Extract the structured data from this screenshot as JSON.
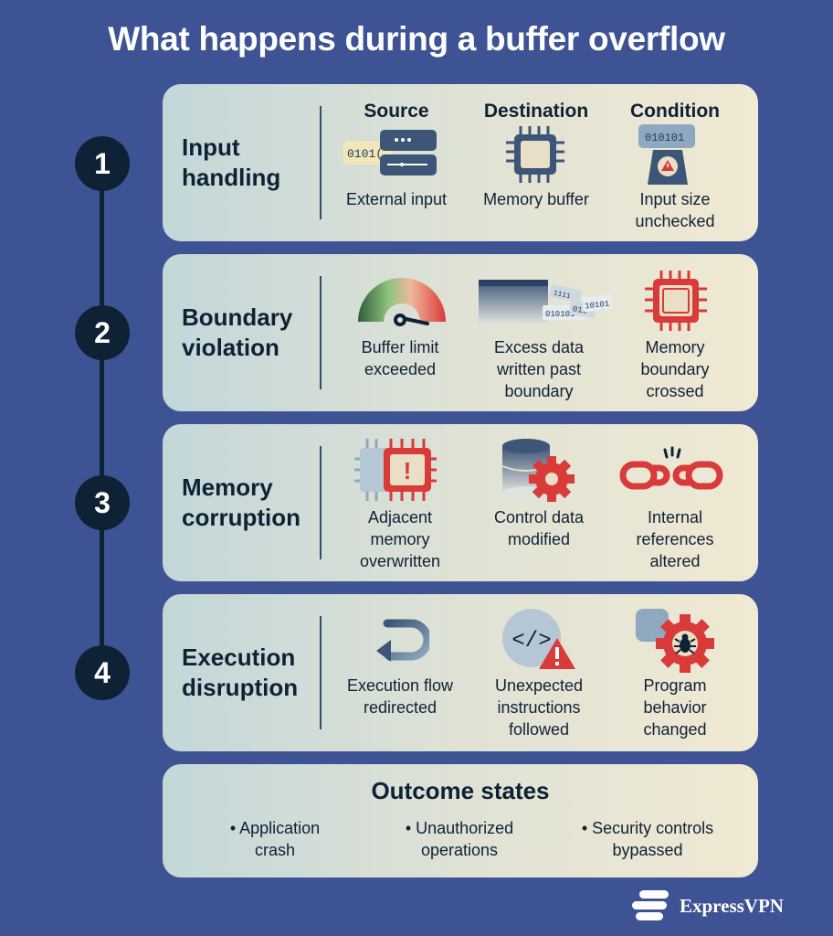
{
  "title": "What happens during a buffer overflow",
  "steps": [
    {
      "number": "1",
      "title": "Input\nhandling",
      "headers": [
        "Source",
        "Destination",
        "Condition"
      ],
      "items": [
        {
          "label": "External input",
          "icon": "server-data-icon",
          "icon_text": "0101("
        },
        {
          "label": "Memory buffer",
          "icon": "chip-icon"
        },
        {
          "label": "Input size\nunchecked",
          "icon": "scale-warning-icon",
          "icon_text": "010101"
        }
      ]
    },
    {
      "number": "2",
      "title": "Boundary\nviolation",
      "items": [
        {
          "label": "Buffer limit\nexceeded",
          "icon": "gauge-icon"
        },
        {
          "label": "Excess data\nwritten past\nboundary",
          "icon": "data-overflow-icon",
          "icon_text": [
            "010101",
            "011",
            "10101",
            "1111"
          ]
        },
        {
          "label": "Memory\nboundary\ncrossed",
          "icon": "red-chip-icon"
        }
      ]
    },
    {
      "number": "3",
      "title": "Memory\ncorruption",
      "items": [
        {
          "label": "Adjacent\nmemory\noverwritten",
          "icon": "chip-alert-icon",
          "icon_text": "!"
        },
        {
          "label": "Control data\nmodified",
          "icon": "database-gear-icon"
        },
        {
          "label": "Internal\nreferences\naltered",
          "icon": "broken-chain-icon"
        }
      ]
    },
    {
      "number": "4",
      "title": "Execution\ndisruption",
      "items": [
        {
          "label": "Execution flow\nredirected",
          "icon": "return-arrow-icon"
        },
        {
          "label": "Unexpected\ninstructions\nfollowed",
          "icon": "code-warning-icon",
          "icon_text": "</>"
        },
        {
          "label": "Program\nbehavior\nchanged",
          "icon": "bug-gear-icon"
        }
      ]
    }
  ],
  "outcome": {
    "title": "Outcome states",
    "items": [
      "• Application\ncrash",
      "• Unauthorized\noperations",
      "• Security controls\nbypassed"
    ]
  },
  "logo": {
    "text": "ExpressVPN",
    "icon": "expressvpn-logo-icon"
  },
  "colors": {
    "background": "#3e5394",
    "navy": "#0f2135",
    "red": "#d93a3a",
    "slate": "#3d5577",
    "card_left": "#c3d7d9",
    "card_right": "#f0e9d3"
  }
}
